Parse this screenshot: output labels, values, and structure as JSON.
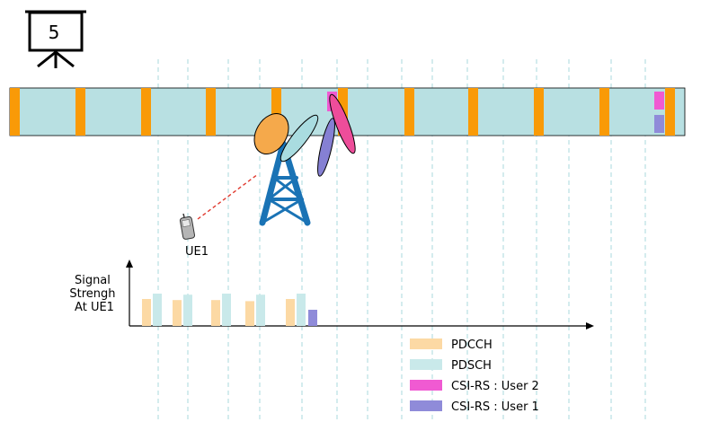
{
  "slide": {
    "number": "5"
  },
  "ue": {
    "label": "UE1"
  },
  "chart": {
    "ylabel_lines": [
      "Signal",
      "Strengh",
      "At UE1"
    ],
    "groups": [
      {
        "pdcch": 1.0,
        "pdsch": 1.2
      },
      {
        "pdcch": 0.96,
        "pdsch": 1.16
      },
      {
        "pdcch": 0.96,
        "pdsch": 1.2
      },
      {
        "pdcch": 0.92,
        "pdsch": 1.16
      },
      {
        "pdcch": 1.0,
        "pdsch": 1.2
      }
    ],
    "csi_user1": 0.6
  },
  "legend": [
    {
      "label": "PDCCH",
      "color": "#fcd9a4"
    },
    {
      "label": "PDSCH",
      "color": "#c9e9ea"
    },
    {
      "label": "CSI-RS : User 2",
      "color": "#f05ad2"
    },
    {
      "label": "CSI-RS : User 1",
      "color": "#8f8bd9"
    }
  ],
  "colors": {
    "band": "#b8e0e2",
    "pdcch_marker": "#f99a07",
    "tower": "#1a73b5",
    "beam_orange": "#f5a94b",
    "beam_teal": "#a9dce0",
    "beam_purple": "#8580d3",
    "beam_pink": "#ee4d9a",
    "link": "#e03a2f"
  }
}
